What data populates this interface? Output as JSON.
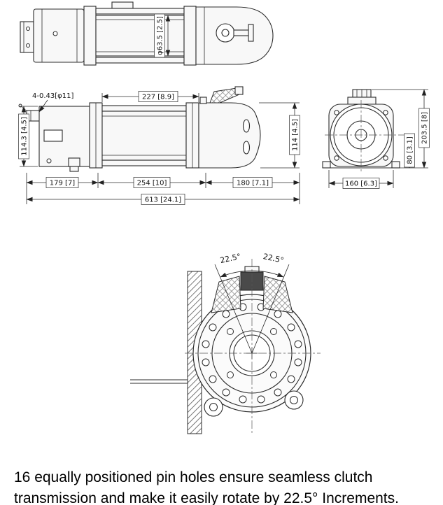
{
  "drawing": {
    "top_view": {
      "dim_drum_diameter": "φ63.5 [2.5]"
    },
    "front_view": {
      "dim_mount_holes": "4-0.43[φ11]",
      "dim_drum_length": "227 [8.9]",
      "dim_height_left": "114.3 [4.5]",
      "dim_height_right": "114 [4.5]",
      "dim_left_section": "179 [7]",
      "dim_mid_section": "254 [10]",
      "dim_right_section": "180 [7.1]",
      "dim_overall_length": "613 [24.1]"
    },
    "side_view": {
      "dim_overall_height": "203.5 [8]",
      "dim_center_height": "80 [3.1]",
      "dim_width": "160 [6.3]"
    },
    "detail_view": {
      "angle_left": "22.5°",
      "angle_right": "22.5°"
    }
  },
  "caption": {
    "line1": "16 equally positioned pin holes ensure seamless clutch",
    "line2": "transmission and make it easily rotate by 22.5° Increments."
  }
}
